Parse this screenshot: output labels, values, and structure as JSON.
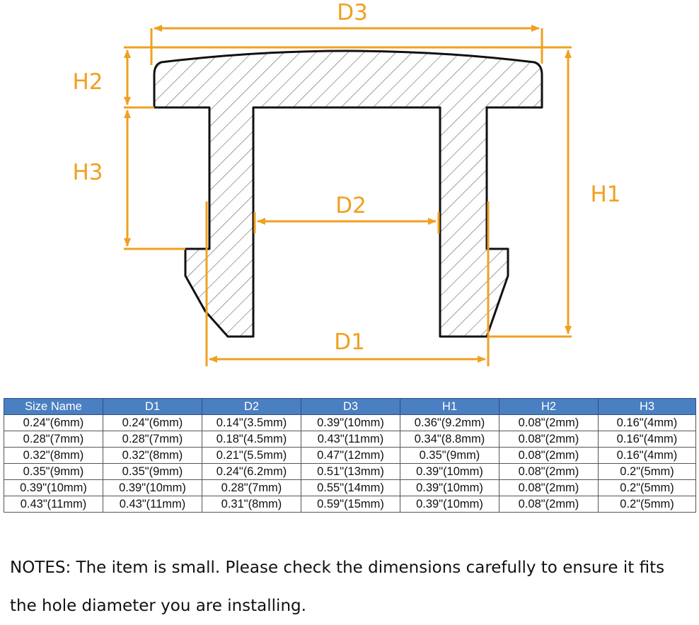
{
  "diagram": {
    "labels": {
      "d3": "D3",
      "h2": "H2",
      "h3": "H3",
      "d2": "D2",
      "h1": "H1",
      "d1": "D1"
    },
    "accent_color": "#f0a020",
    "outline_color": "#111111"
  },
  "table": {
    "header_color": "#4a7fc1",
    "headers": [
      "Size Name",
      "D1",
      "D2",
      "D3",
      "H1",
      "H2",
      "H3"
    ],
    "rows": [
      [
        "0.24\"(6mm)",
        "0.24\"(6mm)",
        "0.14\"(3.5mm)",
        "0.39\"(10mm)",
        "0.36\"(9.2mm)",
        "0.08\"(2mm)",
        "0.16\"(4mm)"
      ],
      [
        "0.28\"(7mm)",
        "0.28\"(7mm)",
        "0.18\"(4.5mm)",
        "0.43\"(11mm)",
        "0.34\"(8.8mm)",
        "0.08\"(2mm)",
        "0.16\"(4mm)"
      ],
      [
        "0.32\"(8mm)",
        "0.32\"(8mm)",
        "0.21\"(5.5mm)",
        "0.47\"(12mm)",
        "0.35\"(9mm)",
        "0.08\"(2mm)",
        "0.16\"(4mm)"
      ],
      [
        "0.35\"(9mm)",
        "0.35\"(9mm)",
        "0.24\"(6.2mm)",
        "0.51\"(13mm)",
        "0.39\"(10mm)",
        "0.08\"(2mm)",
        "0.2\"(5mm)"
      ],
      [
        "0.39\"(10mm)",
        "0.39\"(10mm)",
        "0.28\"(7mm)",
        "0.55\"(14mm)",
        "0.39\"(10mm)",
        "0.08\"(2mm)",
        "0.2\"(5mm)"
      ],
      [
        "0.43\"(11mm)",
        "0.43\"(11mm)",
        "0.31\"(8mm)",
        "0.59\"(15mm)",
        "0.39\"(10mm)",
        "0.08\"(2mm)",
        "0.2\"(5mm)"
      ]
    ]
  },
  "notes": "NOTES: The item is small. Please check the dimensions carefully to ensure it fits the hole diameter you are installing."
}
